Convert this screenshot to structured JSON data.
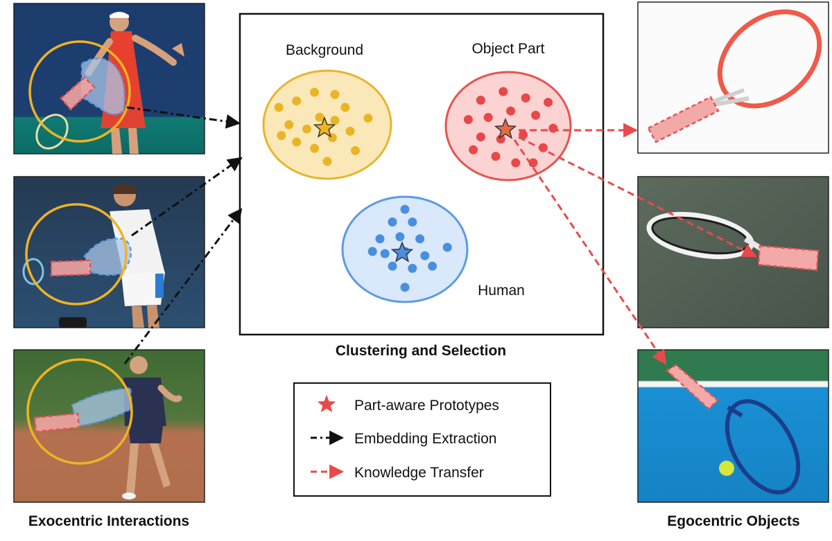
{
  "labels": {
    "exocentric": "Exocentric Interactions",
    "egocentric": "Egocentric Objects",
    "clustering": "Clustering and Selection"
  },
  "clusters": {
    "background": {
      "label": "Background",
      "fill": "#fbe8b8",
      "stroke": "#e7b52c",
      "dot": "#e9b526",
      "star": "#f0b323",
      "points": [
        [
          0.12,
          0.34
        ],
        [
          0.26,
          0.28
        ],
        [
          0.4,
          0.2
        ],
        [
          0.56,
          0.22
        ],
        [
          0.64,
          0.34
        ],
        [
          0.56,
          0.46
        ],
        [
          0.44,
          0.43
        ],
        [
          0.34,
          0.54
        ],
        [
          0.2,
          0.5
        ],
        [
          0.26,
          0.66
        ],
        [
          0.4,
          0.72
        ],
        [
          0.54,
          0.62
        ],
        [
          0.68,
          0.56
        ],
        [
          0.82,
          0.44
        ],
        [
          0.72,
          0.74
        ],
        [
          0.5,
          0.84
        ],
        [
          0.14,
          0.6
        ]
      ]
    },
    "object_part": {
      "label": "Object Part",
      "fill": "#fbd3d2",
      "stroke": "#e65350",
      "dot": "#e9474a",
      "star": "#e86a44",
      "points": [
        [
          0.28,
          0.26
        ],
        [
          0.46,
          0.18
        ],
        [
          0.64,
          0.24
        ],
        [
          0.82,
          0.28
        ],
        [
          0.18,
          0.44
        ],
        [
          0.34,
          0.42
        ],
        [
          0.52,
          0.36
        ],
        [
          0.72,
          0.4
        ],
        [
          0.86,
          0.52
        ],
        [
          0.28,
          0.6
        ],
        [
          0.44,
          0.62
        ],
        [
          0.62,
          0.58
        ],
        [
          0.78,
          0.7
        ],
        [
          0.4,
          0.78
        ],
        [
          0.56,
          0.84
        ],
        [
          0.7,
          0.84
        ],
        [
          0.22,
          0.72
        ]
      ]
    },
    "human": {
      "label": "Human",
      "fill": "#d9e8fb",
      "stroke": "#5b9be0",
      "dot": "#4a8ede",
      "star": "#4a8ede",
      "points": [
        [
          0.5,
          0.12
        ],
        [
          0.4,
          0.24
        ],
        [
          0.56,
          0.24
        ],
        [
          0.3,
          0.4
        ],
        [
          0.46,
          0.38
        ],
        [
          0.62,
          0.4
        ],
        [
          0.34,
          0.54
        ],
        [
          0.5,
          0.52
        ],
        [
          0.66,
          0.56
        ],
        [
          0.84,
          0.48
        ],
        [
          0.4,
          0.66
        ],
        [
          0.56,
          0.68
        ],
        [
          0.72,
          0.66
        ],
        [
          0.5,
          0.86
        ],
        [
          0.24,
          0.52
        ]
      ]
    }
  },
  "legend": {
    "prototypes": "Part-aware Prototypes",
    "embedding": "Embedding Extraction",
    "transfer": "Knowledge Transfer"
  },
  "colors": {
    "exo_circle": "#f0b323",
    "human_mask": "#5b9be0",
    "part_mask": "#e65350",
    "transfer_arrow": "#e84a4a",
    "embed_arrow": "#111111"
  },
  "images": {
    "exo": [
      "tennis-forehand-woman-red-dress",
      "tennis-backhand-man-white-shirt",
      "tennis-forehand-woman-clay-court"
    ],
    "ego": [
      "racket-white-background",
      "racket-on-hard-court-grey",
      "racket-on-blue-court-with-ball"
    ]
  }
}
